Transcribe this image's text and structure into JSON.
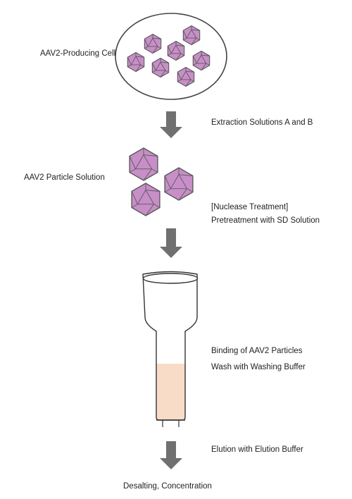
{
  "labels": {
    "cell": "AAV2-Producing Cell",
    "extraction": "Extraction Solutions A and B",
    "particle_solution": "AAV2 Particle Solution",
    "nuclease": "[Nuclease Treatment]",
    "pretreatment": "Pretreatment with SD Solution",
    "binding": "Binding of AAV2 Particles",
    "wash": "Wash with Washing Buffer",
    "elution": "Elution with Elution Buffer",
    "final": "Desalting, Concentration"
  },
  "colors": {
    "virus_fill": "#c88ec8",
    "virus_stroke": "#5a5a5a",
    "arrow": "#707070",
    "column_stroke": "#333333",
    "buffer_fill": "#f9dcc8",
    "text": "#222222"
  },
  "icons": {
    "virus": "icosahedral-virus-particle-icon",
    "column": "chromatography-spin-column-icon",
    "arrow": "down-arrow-icon"
  }
}
